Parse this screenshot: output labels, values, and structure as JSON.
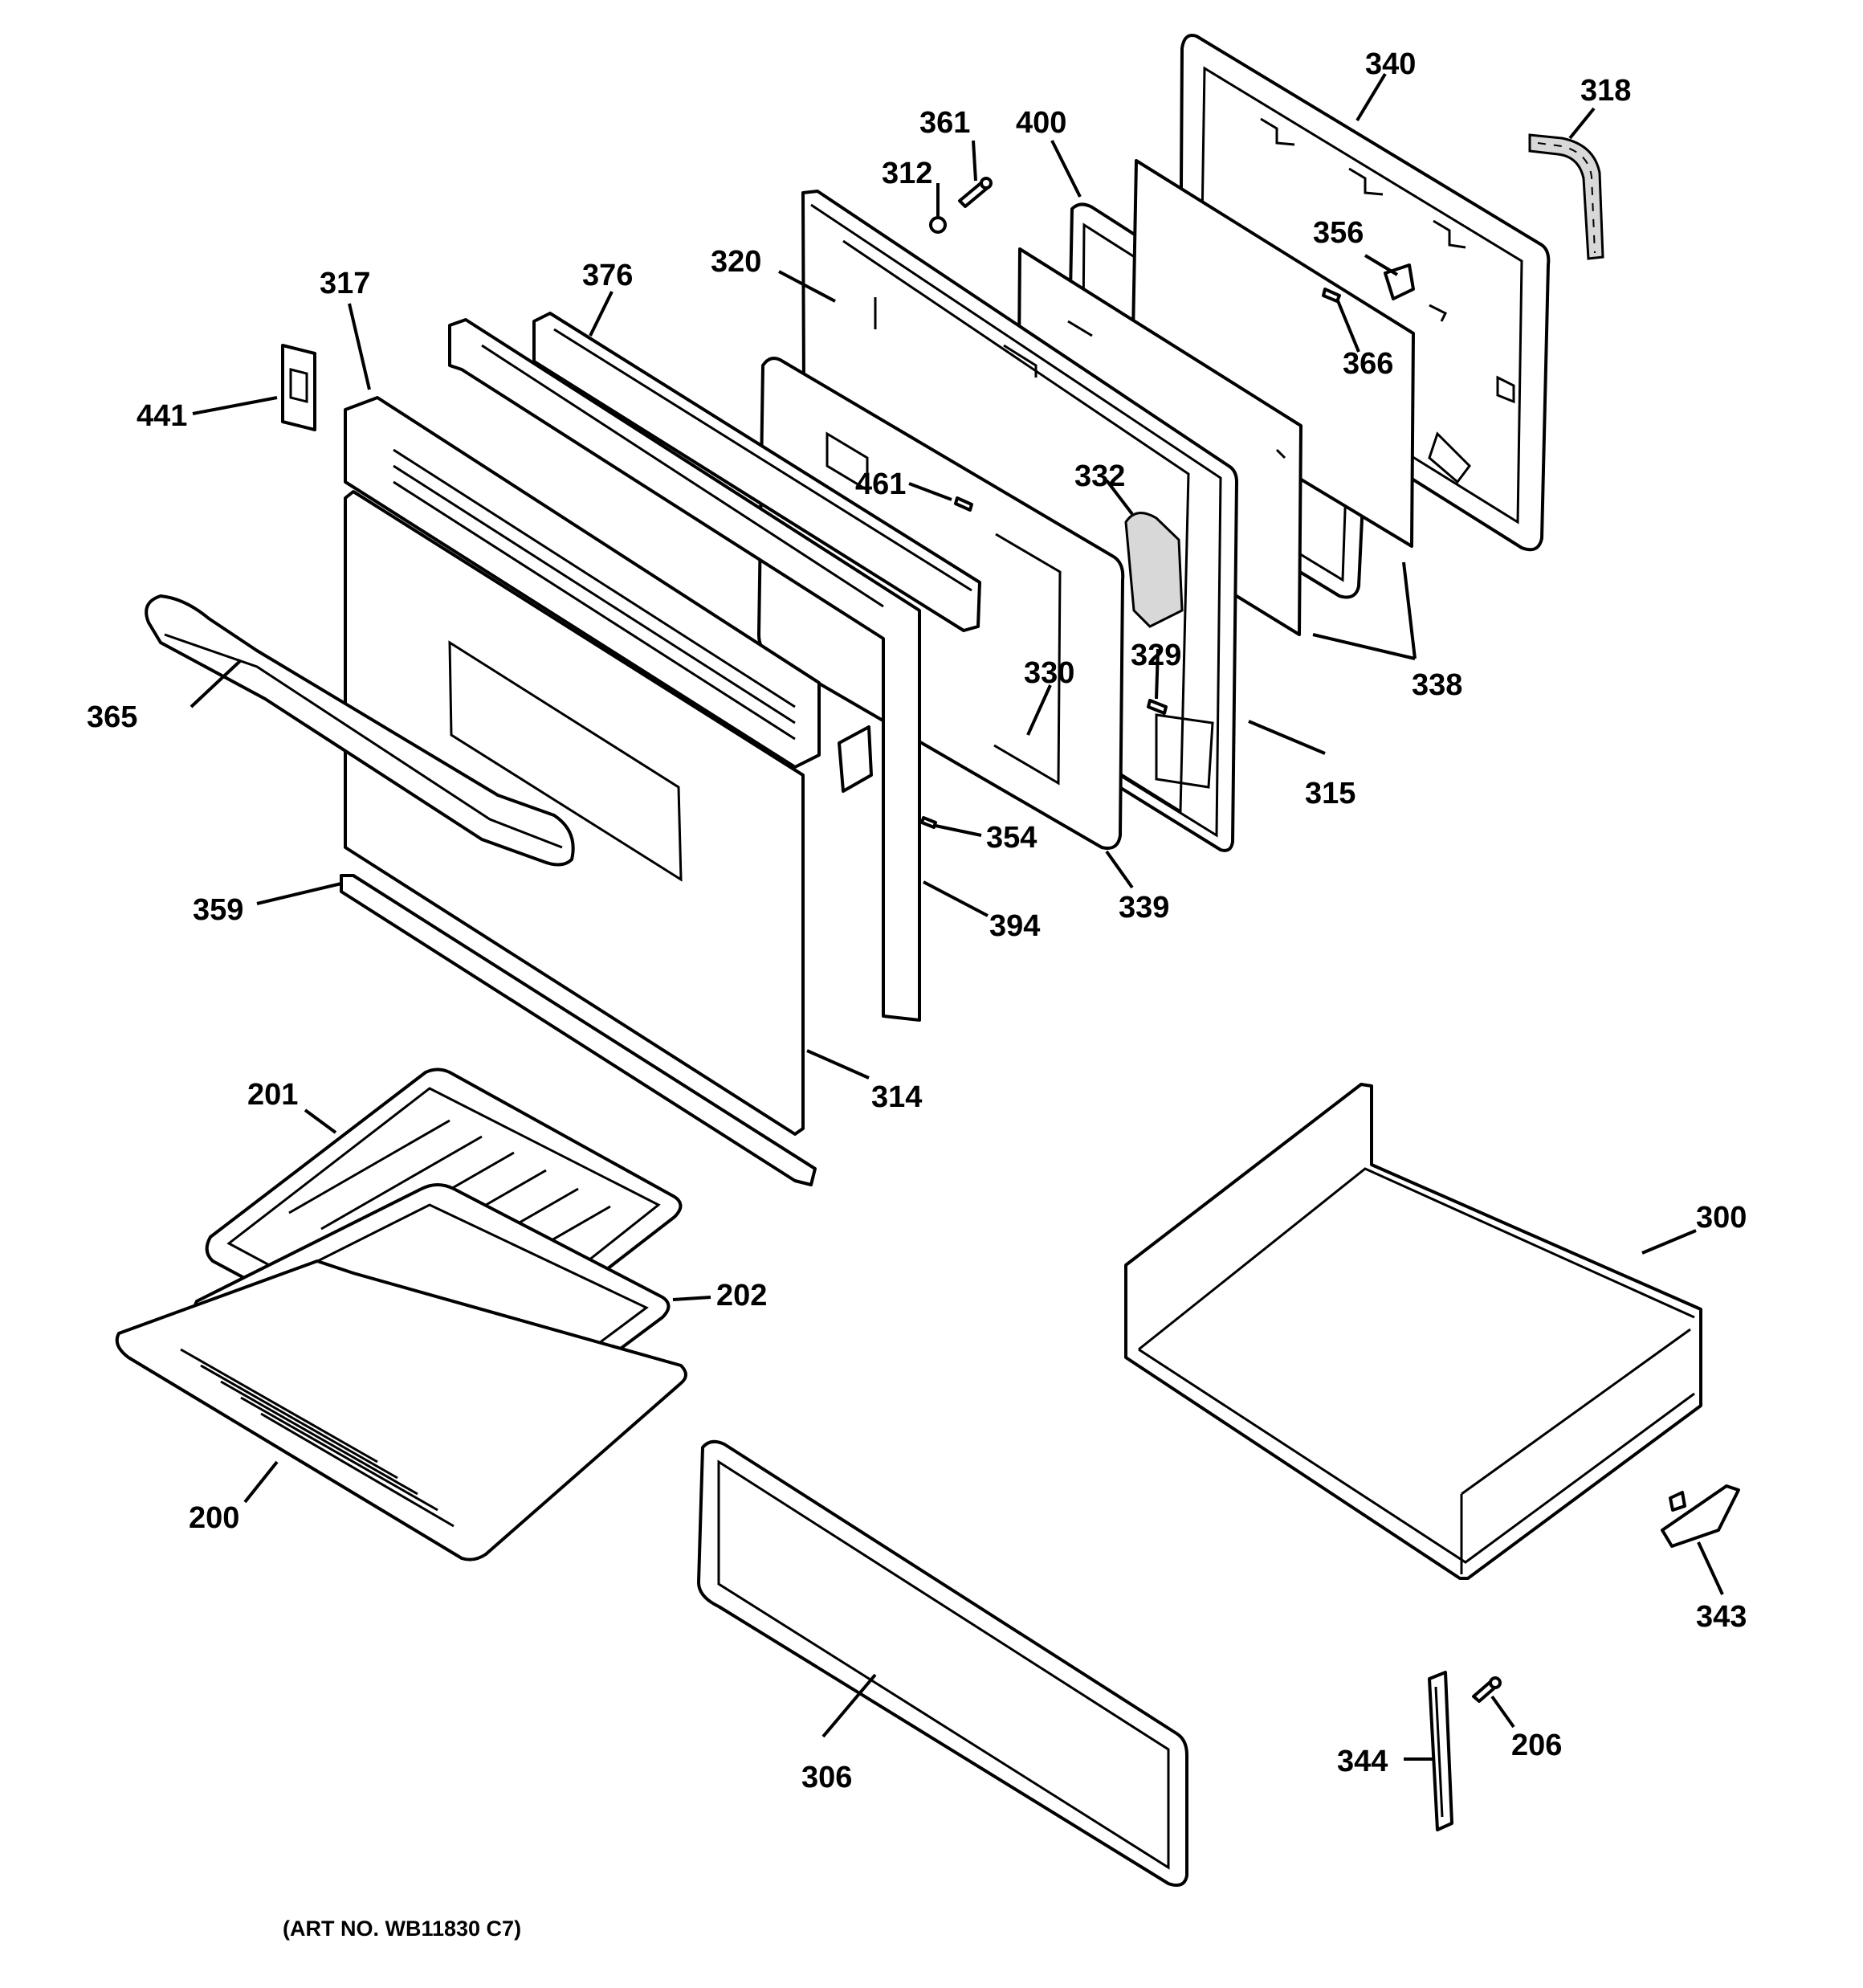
{
  "diagram": {
    "caption": "(ART NO. WB11830 C7)",
    "labels": {
      "p340": "340",
      "p318": "318",
      "p361": "361",
      "p400": "400",
      "p312": "312",
      "p356": "356",
      "p320": "320",
      "p376": "376",
      "p317": "317",
      "p366": "366",
      "p441": "441",
      "p461": "461",
      "p332": "332",
      "p329": "329",
      "p330": "330",
      "p338": "338",
      "p365": "365",
      "p315": "315",
      "p354": "354",
      "p339": "339",
      "p359": "359",
      "p394": "394",
      "p314": "314",
      "p201": "201",
      "p300": "300",
      "p202": "202",
      "p200": "200",
      "p343": "343",
      "p306": "306",
      "p206": "206",
      "p344": "344"
    }
  }
}
